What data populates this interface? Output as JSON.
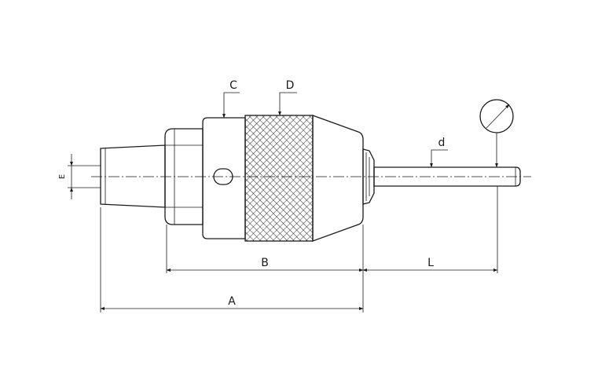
{
  "diagram": {
    "stroke_color": "#1a1a1a",
    "background": "#ffffff",
    "labels": {
      "A": "A",
      "B": "B",
      "C": "C",
      "D": "D",
      "L": "L",
      "d": "d",
      "E": "E"
    }
  }
}
